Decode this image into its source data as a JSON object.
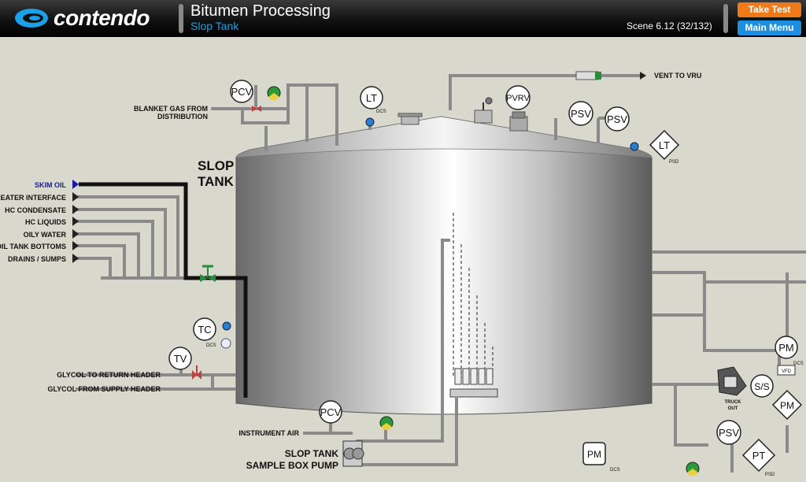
{
  "header": {
    "brand": "contendo",
    "title": "Bitumen Processing",
    "subtitle": "Slop Tank",
    "scene": "Scene 6.12 (32/132)",
    "take_test": "Take Test",
    "main_menu": "Main Menu"
  },
  "tank": {
    "title_line1": "SLOP",
    "title_line2": "TANK"
  },
  "inlets": [
    "SKIM OIL",
    "TREATER INTERFACE",
    "HC CONDENSATE",
    "HC LIQUIDS",
    "OILY WATER",
    "OIL TANK BOTTOMS",
    "DRAINS / SUMPS"
  ],
  "labels": {
    "blanket_gas_1": "BLANKET GAS FROM",
    "blanket_gas_2": "DISTRIBUTION",
    "vent": "VENT TO VRU",
    "glycol_return": "GLYCOL TO RETURN HEADER",
    "glycol_supply": "GLYCOL FROM SUPPLY HEADER",
    "instrument_air": "INSTRUMENT AIR",
    "pump_1": "SLOP TANK",
    "pump_2": "SAMPLE BOX PUMP",
    "truck_1": "TRUCK",
    "truck_2": "OUT",
    "vfd": "VFD"
  },
  "instruments": {
    "pcv": "PCV",
    "lt": "LT",
    "pvrv": "PVRV",
    "psv": "PSV",
    "tc": "TC",
    "tv": "TV",
    "pm": "PM",
    "ss": "S/S",
    "pt": "PT",
    "dcs": "DCS",
    "psd": "PSD"
  },
  "colors": {
    "skim_oil": "#1a1aa0",
    "accent_orange": "#f07a1a",
    "accent_blue": "#1c8fe0",
    "subtitle": "#1ca0e8"
  }
}
